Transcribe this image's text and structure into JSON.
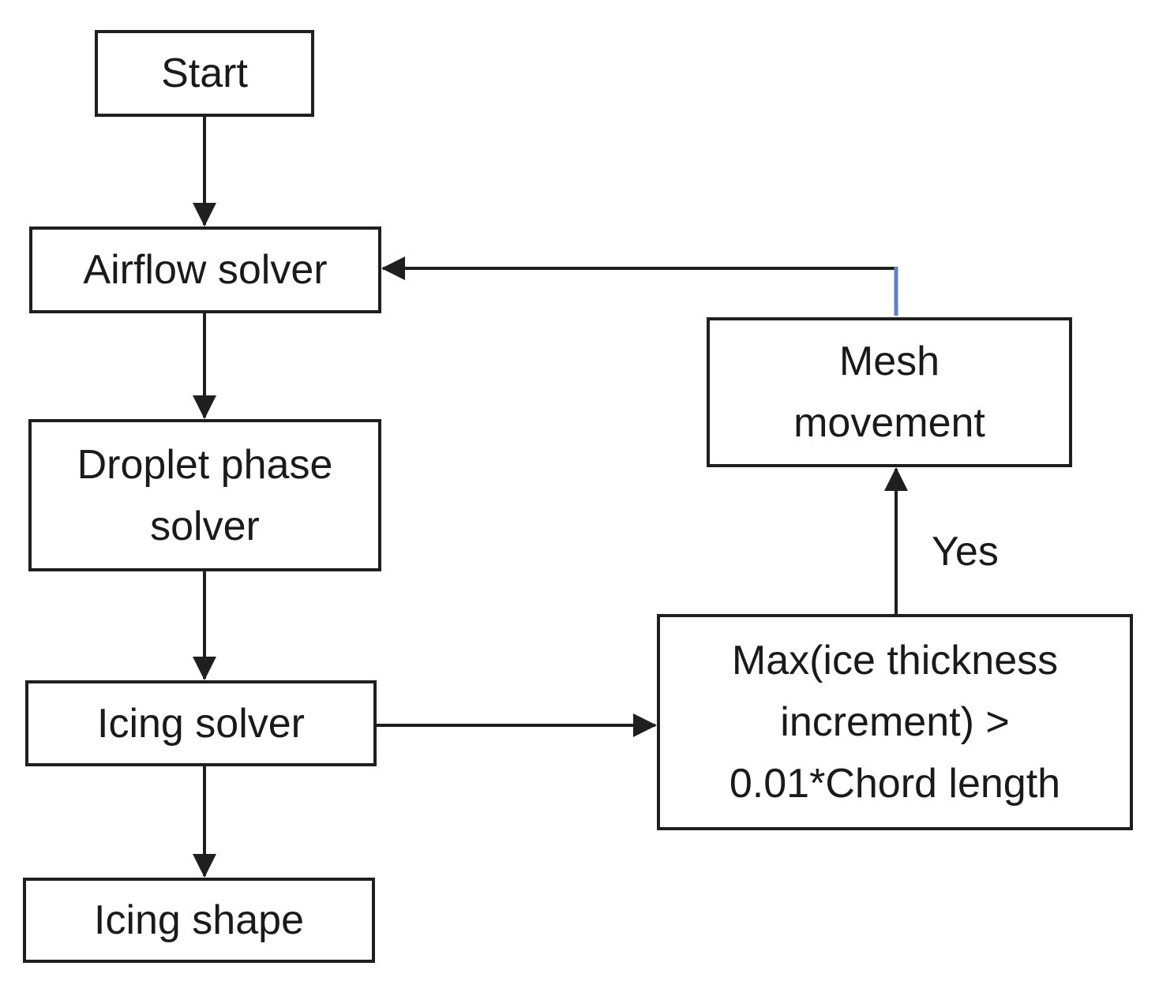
{
  "diagram": {
    "nodes": {
      "start": {
        "label": "Start"
      },
      "airflow_solver": {
        "label": "Airflow solver"
      },
      "droplet_phase_solver": {
        "label": "Droplet phase\nsolver"
      },
      "icing_solver": {
        "label": "Icing solver"
      },
      "icing_shape": {
        "label": "Icing shape"
      },
      "mesh_movement": {
        "label": "Mesh\nmovement"
      },
      "decision": {
        "label": "Max(ice thickness\nincrement) >\n0.01*Chord length"
      }
    },
    "edge_labels": {
      "yes": "Yes"
    },
    "colors": {
      "line": "#1f1f1f",
      "feedback_accent": "#5b82c8",
      "background": "#ffffff"
    }
  }
}
